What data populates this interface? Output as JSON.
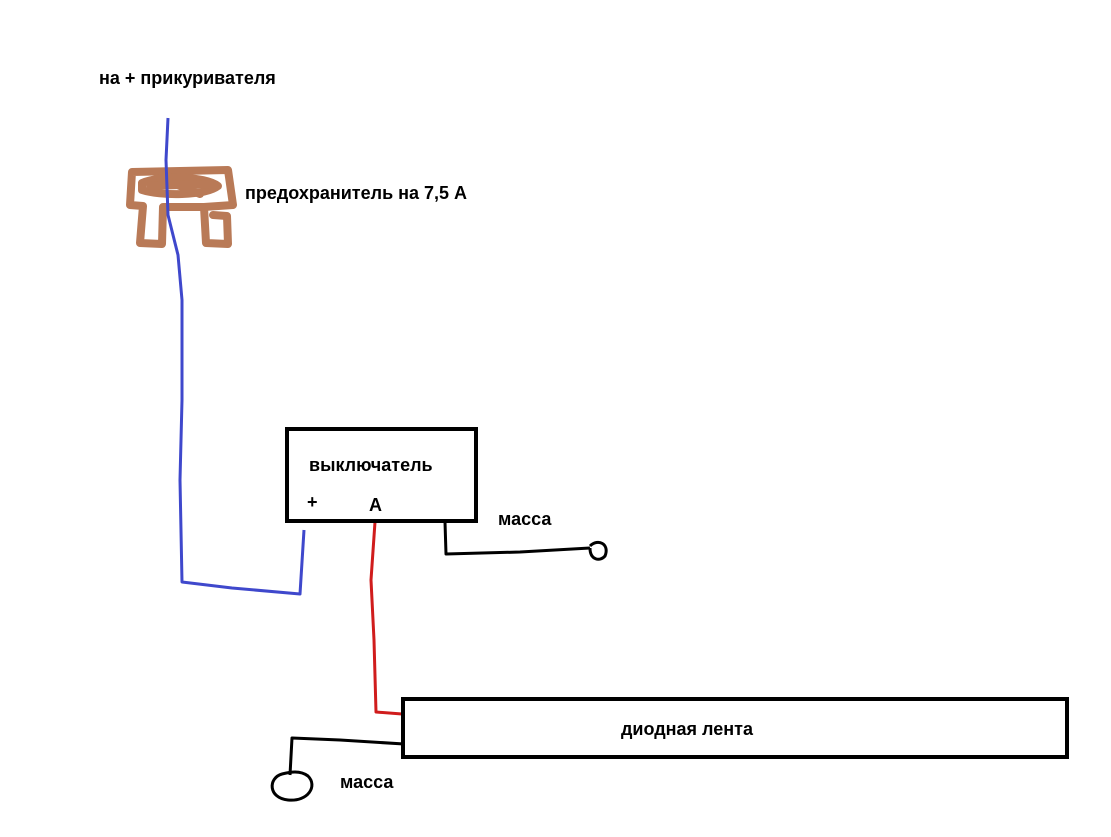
{
  "labels": {
    "source": "на + прикуривателя",
    "fuse": "предохранитель на 7,5 А",
    "switch_title": "выключатель",
    "switch_plus": "+",
    "switch_a": "A",
    "ground_right": "масса",
    "strip": "диодная лента",
    "ground_left": "масса"
  },
  "colors": {
    "wire_blue": "#3f48cc",
    "wire_red": "#d01c1c",
    "wire_black": "#000000",
    "fuse": "#b97a57"
  }
}
